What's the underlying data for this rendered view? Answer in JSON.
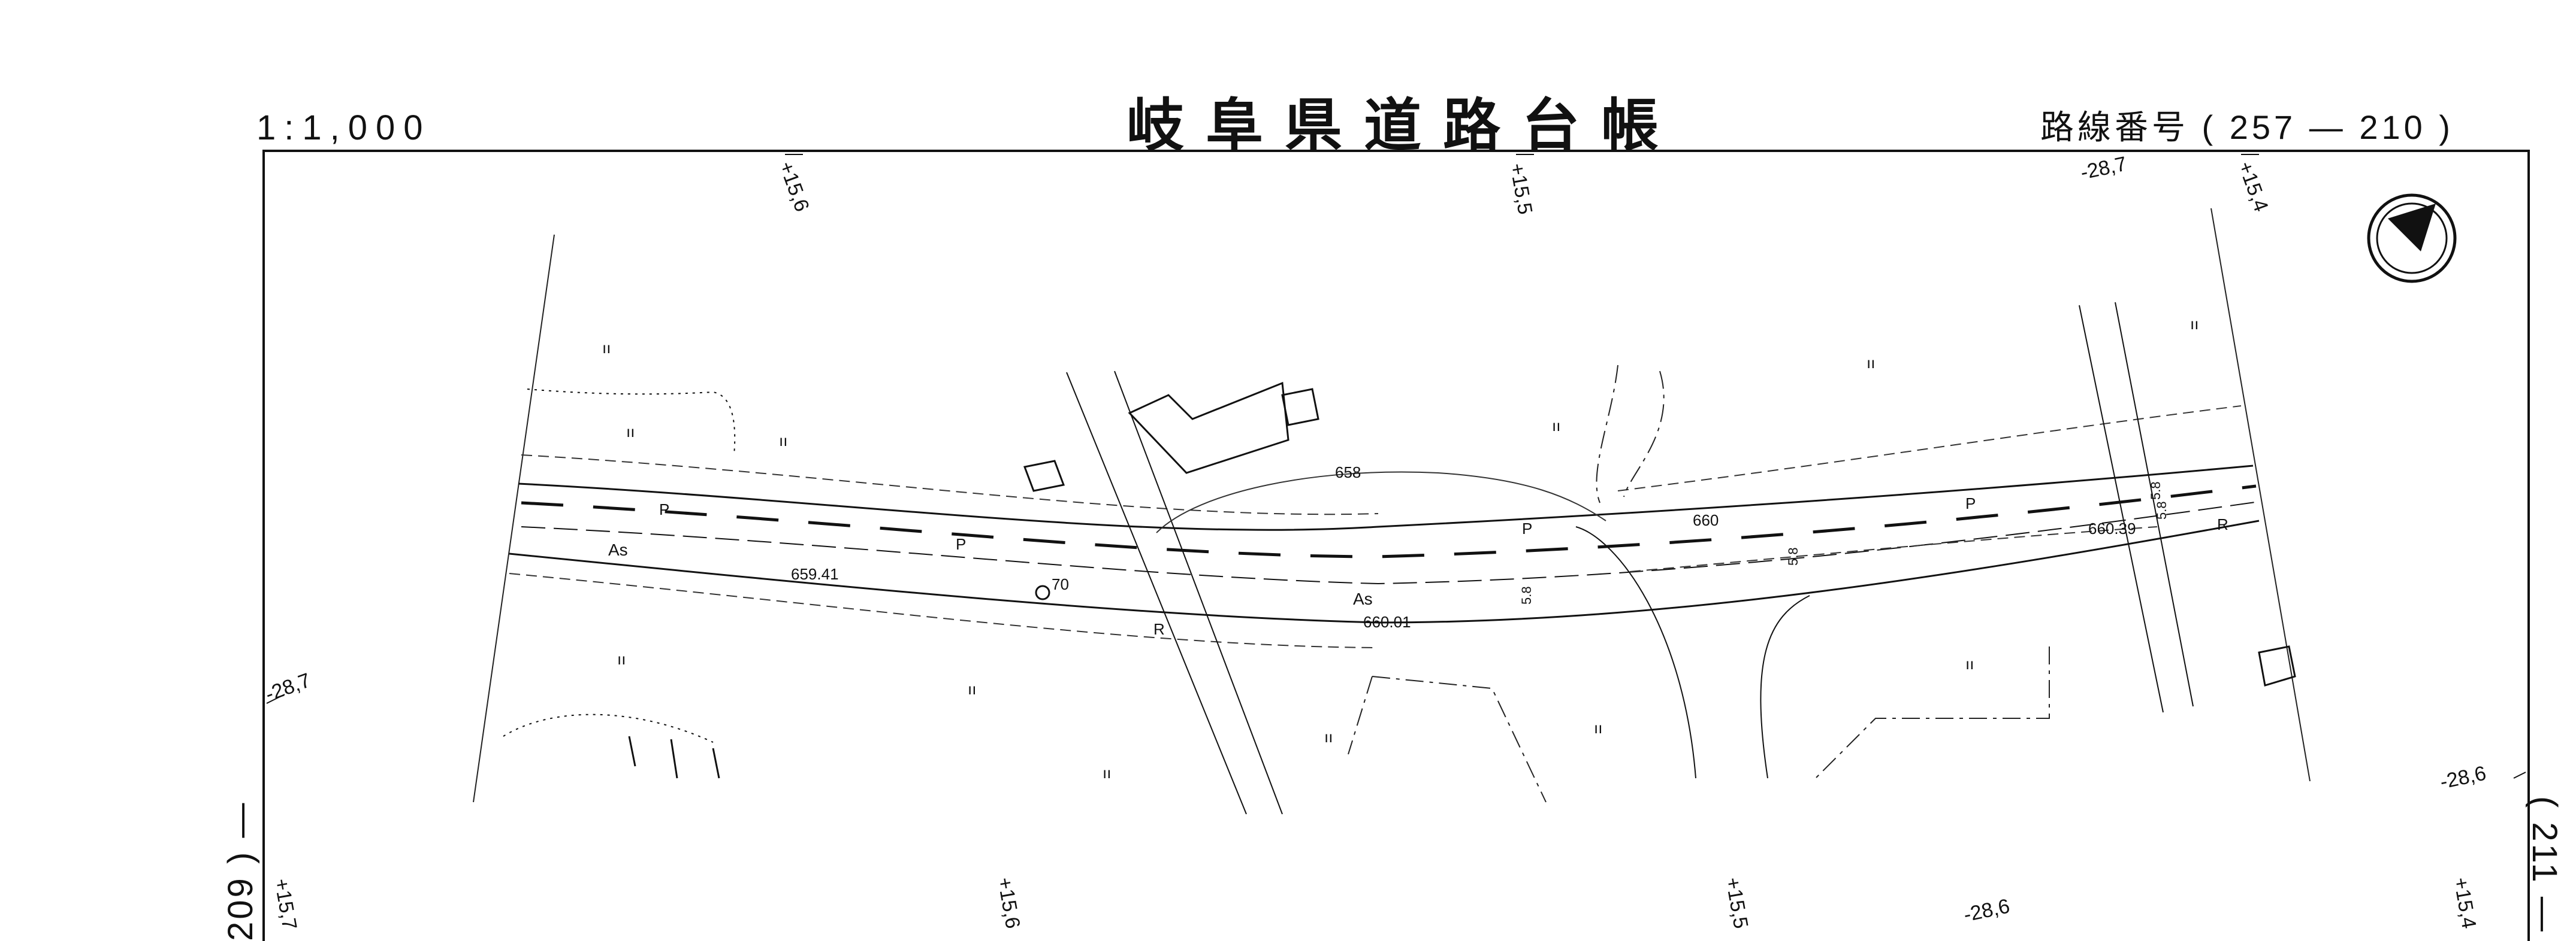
{
  "header": {
    "scale": "1:1,000",
    "title": "岐阜県道路台帳",
    "route_number": "路線番号 ( 257 — 210 )"
  },
  "adjacent_sheets": {
    "previous": "209 ) —",
    "next": "( 211 —"
  },
  "map": {
    "grid_labels": {
      "top_1": "+15,6",
      "top_2": "+15,5",
      "top_3": "+15,4",
      "top_lat": "-28,7",
      "left_lat": "-28,7",
      "right_lat": "-28,6",
      "bottom_1": "+15,7",
      "bottom_2": "+15,6",
      "bottom_3": "+15,5",
      "bottom_lat": "-28,6",
      "bottom_4": "+15,4"
    },
    "elevations": {
      "e1": "659.41",
      "e2": "660.01",
      "e3": "660.39",
      "e4": "660",
      "contour_658": "658",
      "stn_70": "70"
    },
    "surface_labels": {
      "as_left": "As",
      "as_center": "As"
    },
    "symbols": {
      "p1": "P",
      "p2": "P",
      "p3": "P",
      "p4": "P",
      "r1": "R",
      "r2": "R",
      "km_1": "5.8",
      "km_2": "5.8",
      "km_3": "5.8",
      "km_4": "5.8"
    }
  }
}
